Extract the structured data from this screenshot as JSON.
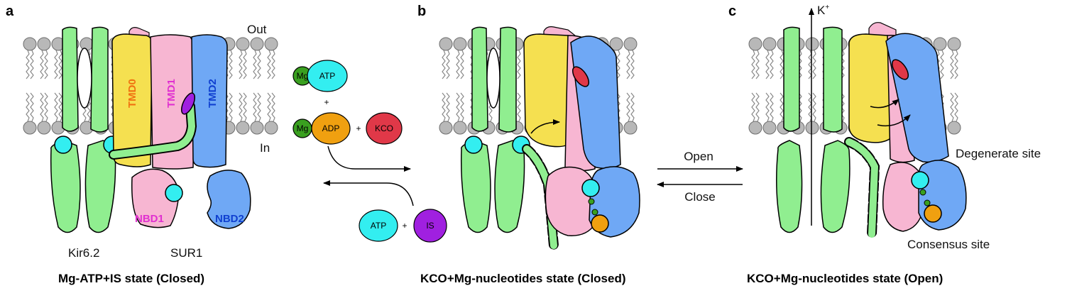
{
  "panels": {
    "a": {
      "letter": "a",
      "caption": "Mg-ATP+IS state (Closed)",
      "out_label": "Out",
      "in_label": "In",
      "tmd0": "TMD0",
      "tmd1": "TMD1",
      "tmd2": "TMD2",
      "nbd1": "NBD1",
      "nbd2": "NBD2",
      "kir": "Kir6.2",
      "sur": "SUR1"
    },
    "b": {
      "letter": "b",
      "caption": "KCO+Mg-nucleotides state (Closed)"
    },
    "c": {
      "letter": "c",
      "caption": "KCO+Mg-nucleotides state (Open)",
      "k_ion": "K",
      "k_sup": "+",
      "degenerate": "Degenerate site",
      "consensus": "Consensus site"
    }
  },
  "reaction": {
    "mg1": "Mg",
    "atp1": "ATP",
    "plus1": "+",
    "mg2": "Mg",
    "adp": "ADP",
    "plus2": "+",
    "kco": "KCO",
    "atp2": "ATP",
    "plus3": "+",
    "is": "IS"
  },
  "transition": {
    "open": "Open",
    "close": "Close"
  },
  "colors": {
    "kir_green": "#90ee90",
    "tmd0_yellow": "#f5e050",
    "tmd1_pink": "#f7b6d2",
    "tmd2_blue": "#6fa8f5",
    "atp_cyan": "#33eef0",
    "mg_green": "#3aa020",
    "adp_orange": "#f0a010",
    "kco_red": "#e03848",
    "is_purple": "#a020e0",
    "tmd0_text": "#f07010",
    "tmd1_text": "#e030d0",
    "tmd2_text": "#1040d0"
  }
}
